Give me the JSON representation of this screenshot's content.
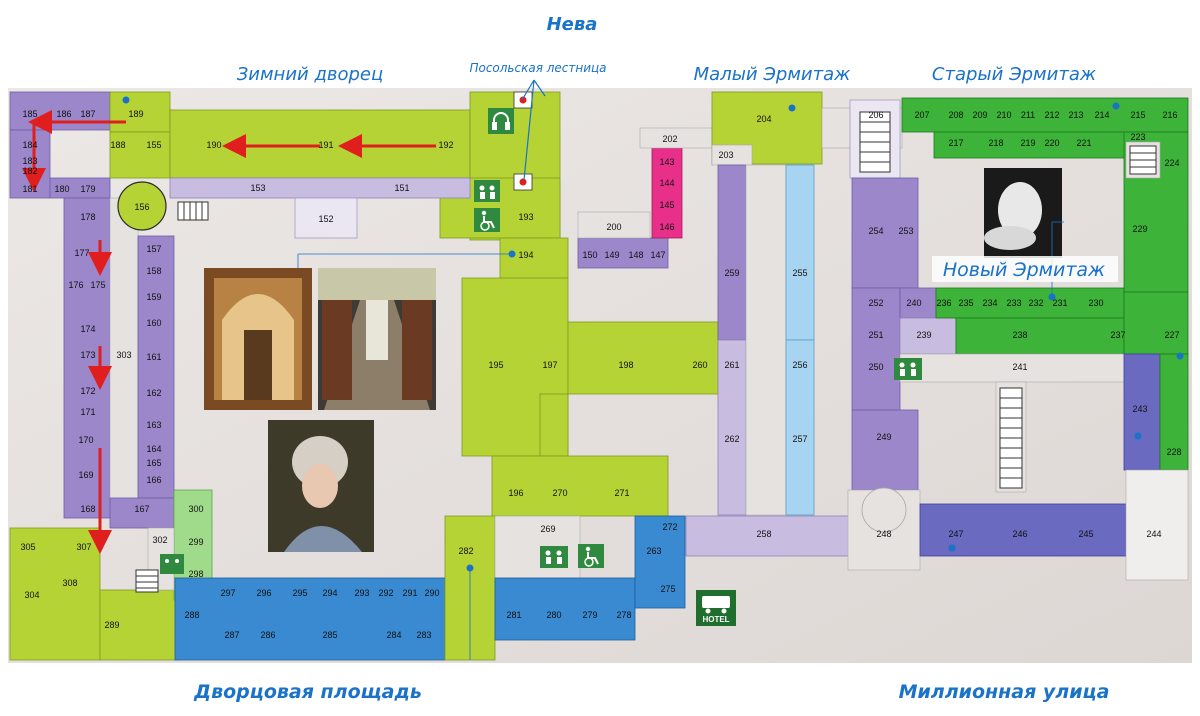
{
  "labels": {
    "neva": "Нева",
    "winter_palace": "Зимний дворец",
    "ambassador_stairs": "Посольская лестница",
    "small_hermitage": "Малый Эрмитаж",
    "old_hermitage": "Старый Эрмитаж",
    "new_hermitage": "Новый Эрмитаж",
    "palace_square": "Дворцовая площадь",
    "millionnaya": "Миллионная улица",
    "hotel": "HOTEL"
  },
  "icons": [
    "elevator-icon",
    "wheelchair-icon",
    "audio-guide-icon",
    "bus-icon",
    "stairs-icon"
  ],
  "colors": {
    "lime": "#b5d335",
    "purple": "#9b87c9",
    "lavender": "#c8bde0",
    "blue": "#3a8ad1",
    "indigo": "#6a6ac0",
    "green": "#3db33a",
    "pink": "#e8308a",
    "light_blue": "#a7d4f0",
    "light_green": "#9fdb8a",
    "grey": "#e6e2e0",
    "accent_text": "#1a72c9",
    "arrow": "#e01e1e"
  },
  "rooms": {
    "r185": "185",
    "r186": "186",
    "r187": "187",
    "r189": "189",
    "r184": "184",
    "r188": "188",
    "r155": "155",
    "r183": "183",
    "r182": "182",
    "r181": "181",
    "r180": "180",
    "r179": "179",
    "r178": "178",
    "r177": "177",
    "r176": "176",
    "r175": "175",
    "r174": "174",
    "r173": "173",
    "r172": "172",
    "r171": "171",
    "r170": "170",
    "r169": "169",
    "r168": "168",
    "r167": "167",
    "r156": "156",
    "r157": "157",
    "r158": "158",
    "r159": "159",
    "r160": "160",
    "r161": "161",
    "r162": "162",
    "r163": "163",
    "r164": "164",
    "r165": "165",
    "r166": "166",
    "r303": "303",
    "r190": "190",
    "r191": "191",
    "r192": "192",
    "r153": "153",
    "r151": "151",
    "r152": "152",
    "r193": "193",
    "r194": "194",
    "r195": "195",
    "r197": "197",
    "r198": "198",
    "r196": "196",
    "r270": "270",
    "r271": "271",
    "r269": "269",
    "r282": "282",
    "r300": "300",
    "r299": "299",
    "r298": "298",
    "r302": "302",
    "r305": "305",
    "r307": "307",
    "r304": "304",
    "r308": "308",
    "r289": "289",
    "r288": "288",
    "r297": "297",
    "r296": "296",
    "r295": "295",
    "r294": "294",
    "r293": "293",
    "r292": "292",
    "r291": "291",
    "r290": "290",
    "r287": "287",
    "r286": "286",
    "r285": "285",
    "r284": "284",
    "r283": "283",
    "r281": "281",
    "r280": "280",
    "r279": "279",
    "r278": "278",
    "r275": "275",
    "r272": "272",
    "r263": "263",
    "r202": "202",
    "r203": "203",
    "r204": "204",
    "r143": "143",
    "r144": "144",
    "r145": "145",
    "r146": "146",
    "r200": "200",
    "r150": "150",
    "r149": "149",
    "r148": "148",
    "r147": "147",
    "r259": "259",
    "r255": "255",
    "r260": "260",
    "r261": "261",
    "r256": "256",
    "r262": "262",
    "r257": "257",
    "r258": "258",
    "r206": "206",
    "r207": "207",
    "r208": "208",
    "r209": "209",
    "r210": "210",
    "r211": "211",
    "r212": "212",
    "r213": "213",
    "r214": "214",
    "r215": "215",
    "r216": "216",
    "r217": "217",
    "r218": "218",
    "r219": "219",
    "r220": "220",
    "r221": "221",
    "r223": "223",
    "r224": "224",
    "r229": "229",
    "r254": "254",
    "r253": "253",
    "r252": "252",
    "r240": "240",
    "r236": "236",
    "r235": "235",
    "r234": "234",
    "r233": "233",
    "r232": "232",
    "r231": "231",
    "r230": "230",
    "r251": "251",
    "r239": "239",
    "r238": "238",
    "r237": "237",
    "r227": "227",
    "r250": "250",
    "r241": "241",
    "r249": "249",
    "r243": "243",
    "r228": "228",
    "r248": "248",
    "r247": "247",
    "r246": "246",
    "r245": "245",
    "r244": "244"
  }
}
